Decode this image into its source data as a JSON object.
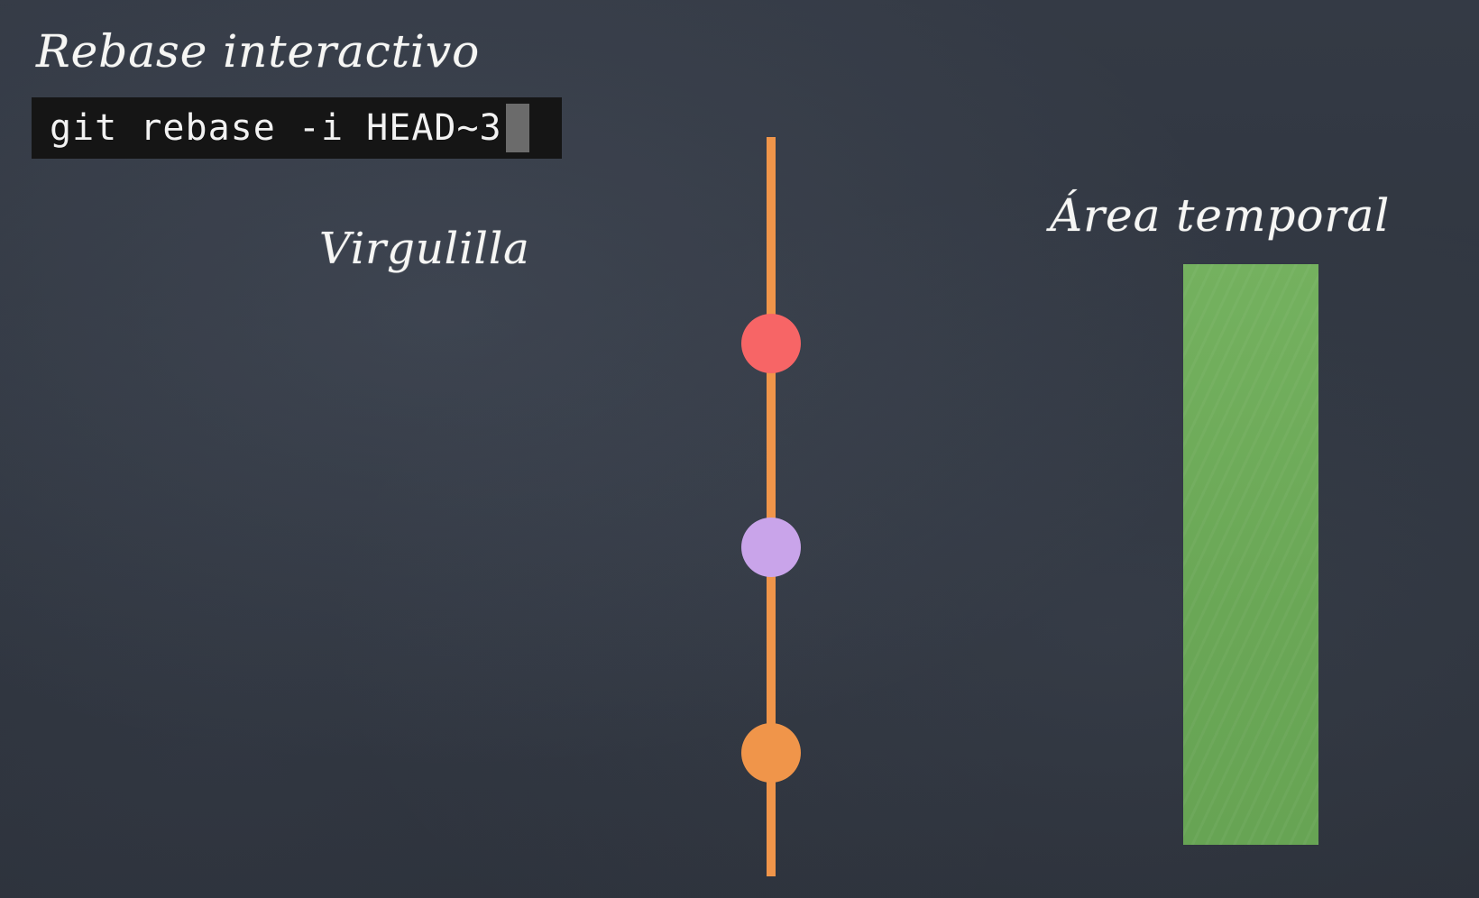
{
  "title": "Rebase interactivo",
  "terminal": {
    "command": "git rebase -i HEAD~3"
  },
  "labels": {
    "left": "Virgulilla",
    "right": "Área temporal"
  },
  "timeline": {
    "line_color": "#f0954a",
    "commits": [
      {
        "color": "#f76566"
      },
      {
        "color": "#c9a4ea"
      },
      {
        "color": "#f0954a"
      }
    ]
  },
  "temporal_area": {
    "color": "#6daa58"
  }
}
